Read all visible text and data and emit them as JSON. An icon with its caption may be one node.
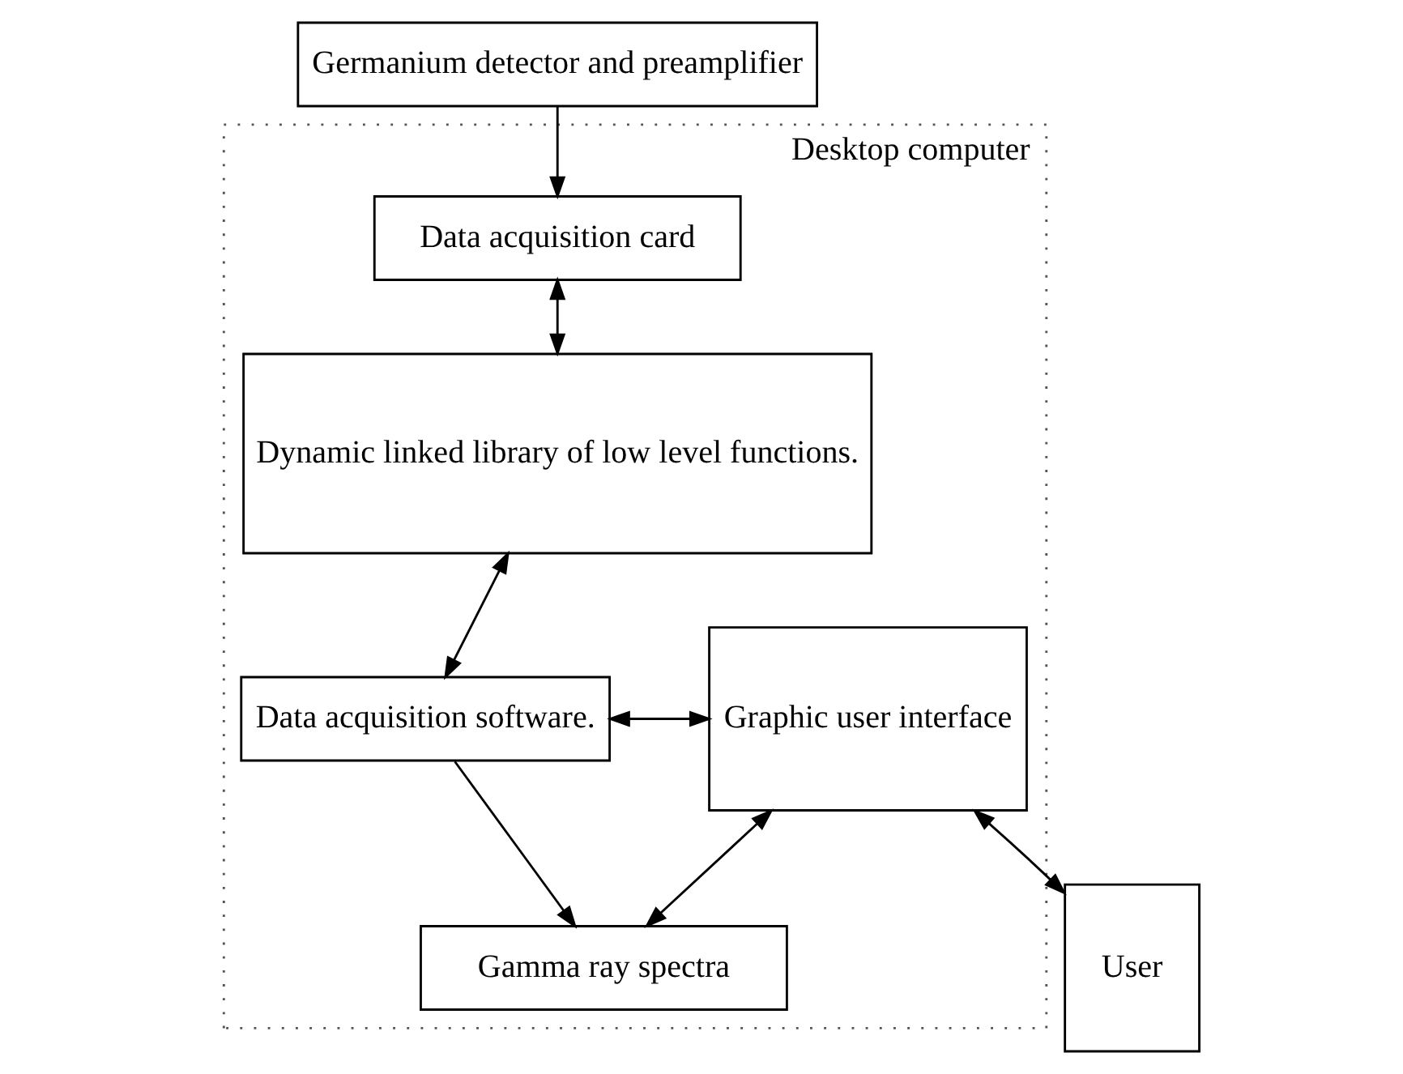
{
  "diagram": {
    "nodes": [
      {
        "text": [
          "Germanium detector and preamplifier"
        ]
      },
      {
        "text": [
          "Desktop computer"
        ]
      },
      {
        "text": [
          "Data acquisition card"
        ],
        "in": 1
      },
      {
        "text": [
          "Dynamic linked library of low level functions."
        ],
        "in": 1
      },
      {
        "text": [
          "Data acquisition software."
        ],
        "in": 1
      },
      {
        "text": [
          "Graphic user interface"
        ],
        "in": 1
      },
      {
        "text": [
          "Gamma ray spectra"
        ],
        "in": 1
      },
      {
        "text": [
          "User"
        ]
      }
    ],
    "edges": [
      {
        "from": 0,
        "to": 2,
        "arrow": "to"
      },
      {
        "from": 2,
        "to": 3,
        "arrow": "both"
      },
      {
        "from": 3,
        "to": 4,
        "arrow": "both"
      },
      {
        "from": 4,
        "to": 5,
        "arrow": "both"
      },
      {
        "from": 4,
        "to": 6,
        "arrow": "to"
      },
      {
        "from": 6,
        "to": 5,
        "arrow": "both"
      },
      {
        "from": 5,
        "to": 7,
        "arrow": "both"
      }
    ]
  }
}
